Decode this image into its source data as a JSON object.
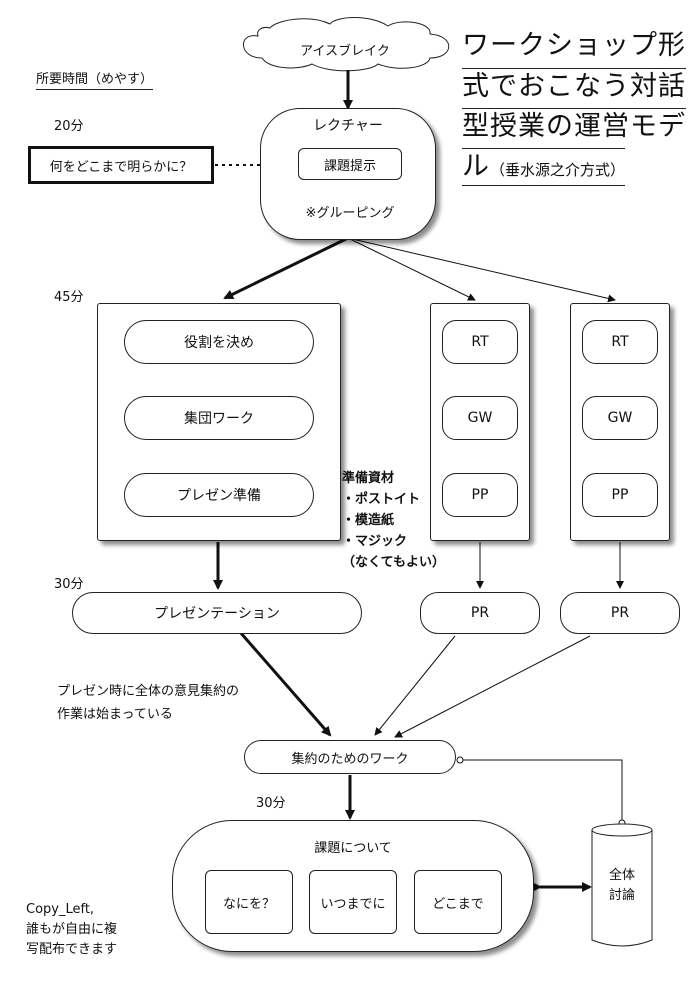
{
  "title": {
    "line1": "ワークショップ形",
    "line2": "式でおこなう対話",
    "line3": "型授業の運営モデ",
    "line4_main": "ル",
    "line4_sub": "（垂水源之介方式）"
  },
  "time_label": "所要時間（めやす）",
  "times": {
    "t1": "20分",
    "t2": "45分",
    "t3": "30分",
    "t4": "30分"
  },
  "nodes": {
    "icebreak": "アイスブレイク",
    "lecture": "レクチャー",
    "kadai": "課題提示",
    "grouping": "※グルーピング",
    "question": "何をどこまで明らかに？",
    "yakuwari": "役割を決め",
    "shudan": "集団ワーク",
    "prezen_junbi": "プレゼン準備",
    "rt": "RT",
    "gw": "GW",
    "pp": "PP",
    "presentation": "プレゼンテーション",
    "pr": "PR",
    "shuyaku": "集約のためのワーク",
    "kadai_ni_tsuite": "課題について",
    "nani": "なにを？",
    "itsu": "いつまでに",
    "doko": "どこまで",
    "zentai_1": "全体",
    "zentai_2": "討論"
  },
  "materials": {
    "heading": "準備資材",
    "item1": "・ポストイト",
    "item2": "・模造紙",
    "item3": "・マジック",
    "note": "（なくてもよい）"
  },
  "note": {
    "line1": "プレゼン時に全体の意見集約の",
    "line2": "作業は始まっている"
  },
  "copyleft": {
    "line1": "Copy_Left,",
    "line2": "誰もが自由に複",
    "line3": "写配布できます"
  }
}
